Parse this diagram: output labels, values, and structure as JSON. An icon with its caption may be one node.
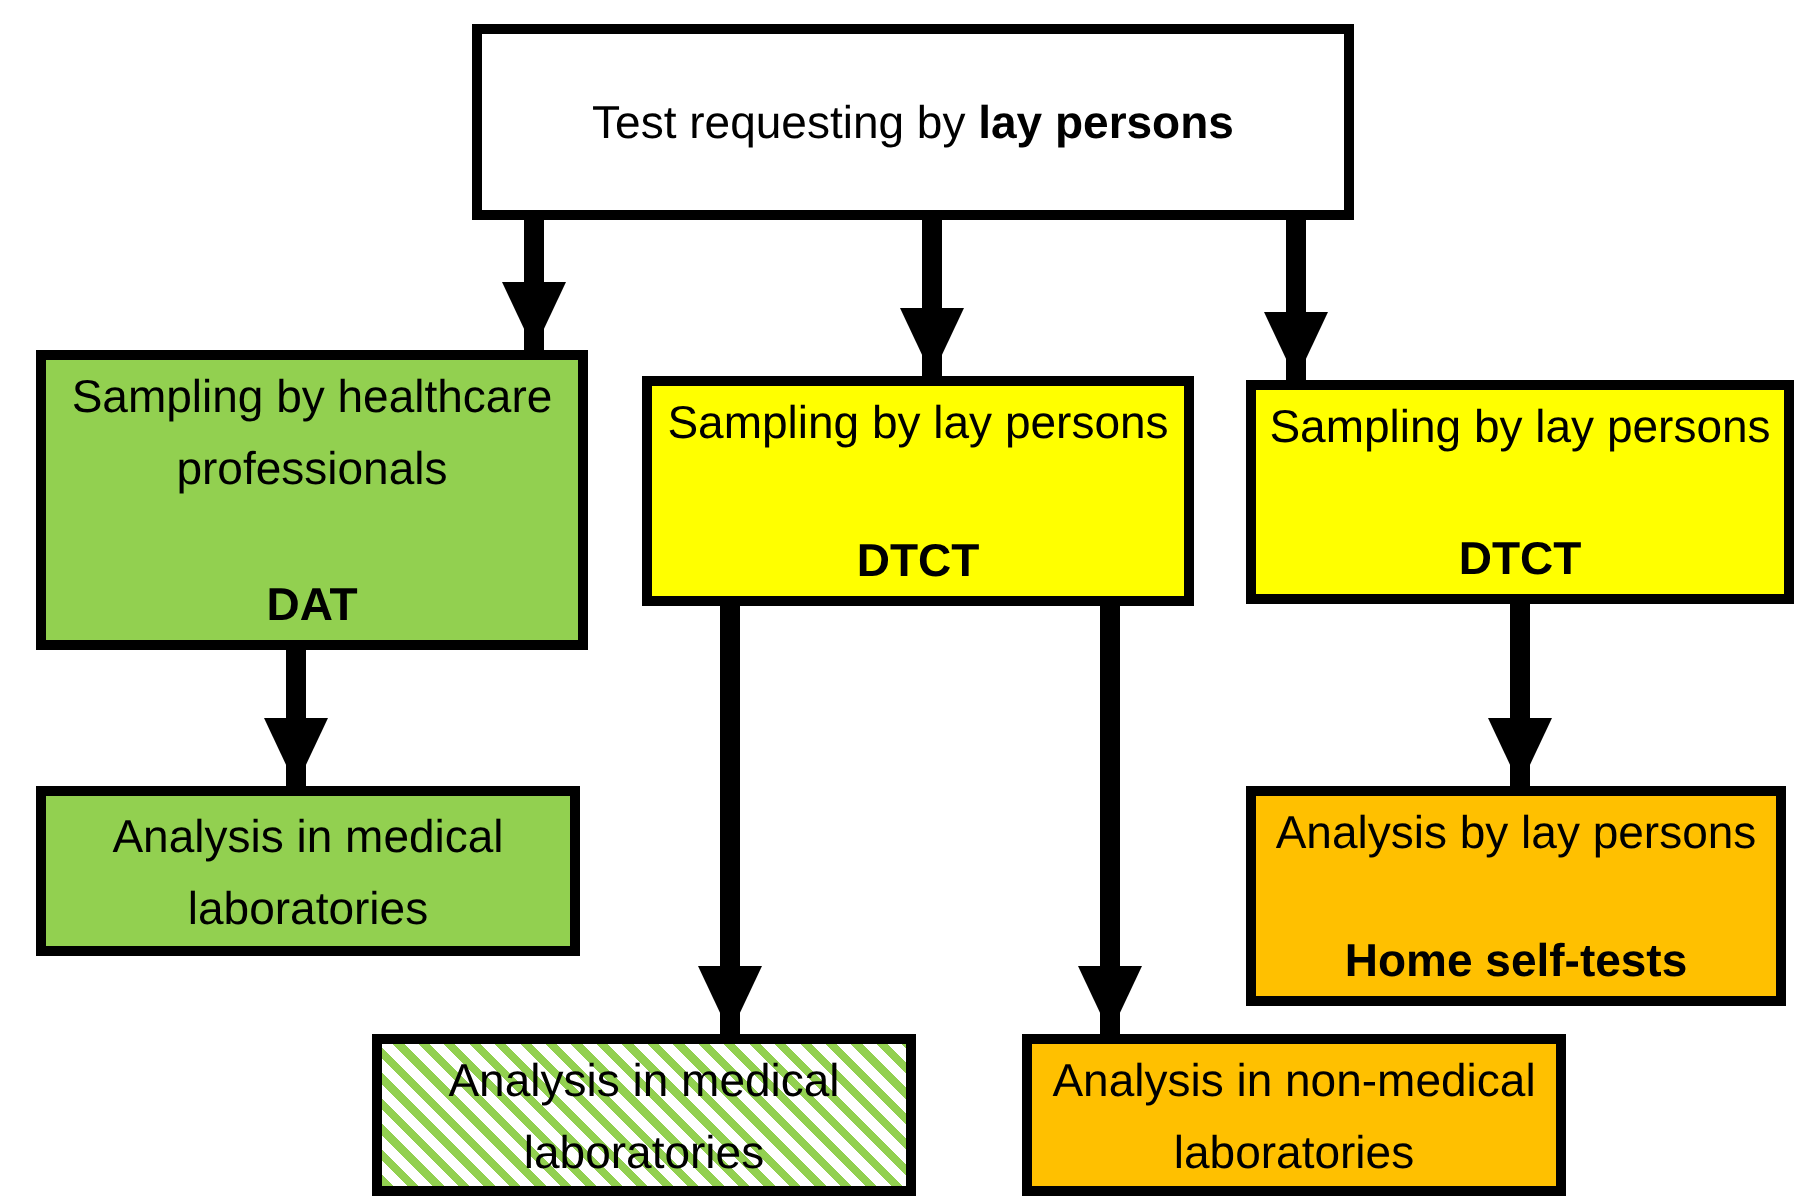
{
  "diagram": {
    "nodes": [
      {
        "text": [
          "Test requesting by **lay persons**"
        ]
      },
      {
        "text": [
          "Sampling by healthcare professionals",
          "DAT"
        ]
      },
      {
        "text": [
          "Sampling by lay persons",
          "DTCT"
        ]
      },
      {
        "text": [
          "Sampling by lay persons",
          "DTCT"
        ]
      },
      {
        "text": [
          "Analysis in medical laboratories"
        ]
      },
      {
        "text": [
          "Analysis by lay persons",
          "Home self-tests"
        ]
      },
      {
        "text": [
          "Analysis in medical laboratories"
        ]
      },
      {
        "text": [
          "Analysis in non-medical laboratories"
        ]
      }
    ],
    "edges": [
      {
        "from": 0,
        "to": 1,
        "arrow": "to"
      },
      {
        "from": 0,
        "to": 2,
        "arrow": "to"
      },
      {
        "from": 0,
        "to": 3,
        "arrow": "to"
      },
      {
        "from": 1,
        "to": 4,
        "arrow": "to"
      },
      {
        "from": 2,
        "to": 6,
        "arrow": "to"
      },
      {
        "from": 2,
        "to": 7,
        "arrow": "to"
      },
      {
        "from": 3,
        "to": 5,
        "arrow": "to"
      }
    ]
  }
}
